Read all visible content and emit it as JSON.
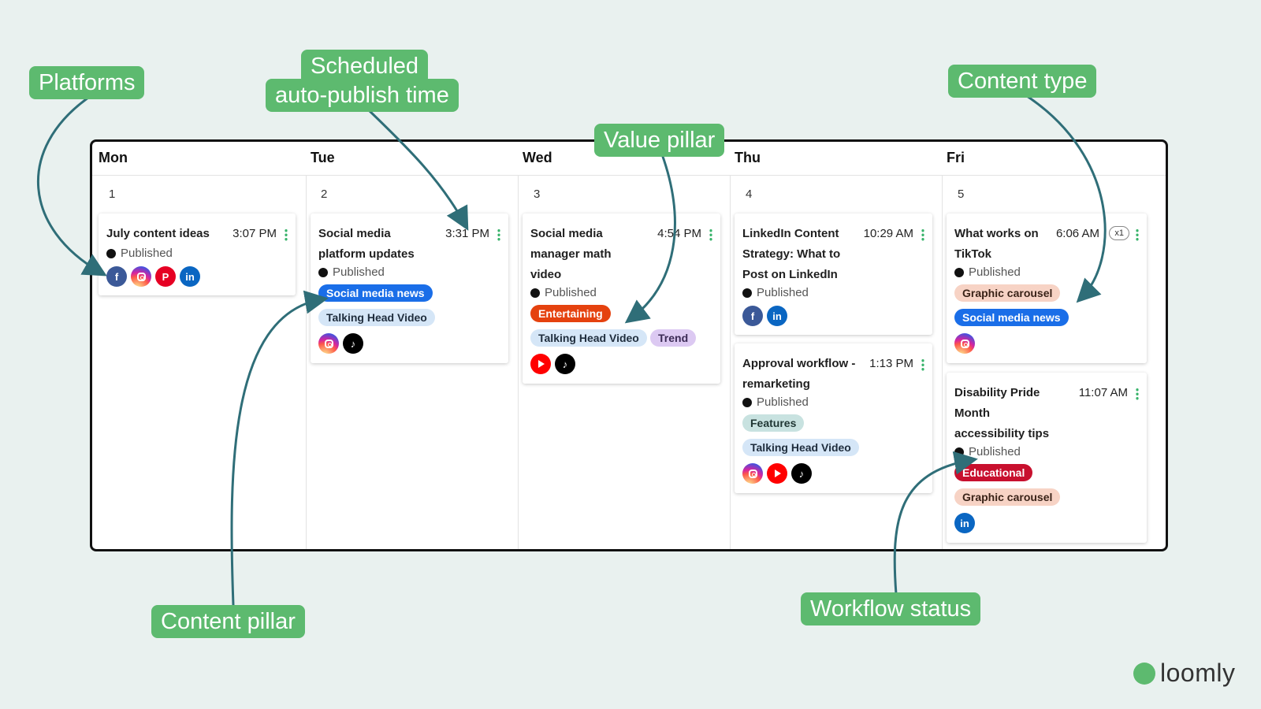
{
  "callouts": {
    "platforms": "Platforms",
    "scheduled_line1": "Scheduled",
    "scheduled_line2": "auto-publish time",
    "value_pillar": "Value pillar",
    "content_type": "Content type",
    "content_pillar": "Content pillar",
    "workflow_status": "Workflow status"
  },
  "calendar": {
    "days": [
      {
        "name": "Mon",
        "num": "1"
      },
      {
        "name": "Tue",
        "num": "2"
      },
      {
        "name": "Wed",
        "num": "3"
      },
      {
        "name": "Thu",
        "num": "4"
      },
      {
        "name": "Fri",
        "num": "5"
      }
    ],
    "posts": [
      {
        "title_lines": [
          "July content ideas"
        ],
        "time": "3:07 PM",
        "status": "Published",
        "tags": [],
        "platforms": [
          "facebook-icon",
          "instagram-icon",
          "pinterest-icon",
          "linkedin-icon"
        ]
      },
      {
        "title_lines": [
          "Social media",
          "platform updates"
        ],
        "time": "3:31 PM",
        "status": "Published",
        "tags": [
          "Social media news",
          "Talking Head Video"
        ],
        "platforms": [
          "instagram-icon",
          "tiktok-icon"
        ]
      },
      {
        "title_lines": [
          "Social media",
          "manager math",
          "video"
        ],
        "time": "4:54 PM",
        "status": "Published",
        "tags": [
          "Entertaining",
          "Talking Head Video",
          "Trend"
        ],
        "platforms": [
          "youtube-icon",
          "tiktok-icon"
        ]
      },
      {
        "title_lines": [
          "LinkedIn Content",
          "Strategy: What to",
          "Post on LinkedIn"
        ],
        "time": "10:29 AM",
        "status": "Published",
        "tags": [],
        "platforms": [
          "facebook-icon",
          "linkedin-icon"
        ]
      },
      {
        "title_lines": [
          "Approval workflow -",
          "remarketing"
        ],
        "time": "1:13 PM",
        "status": "Published",
        "tags": [
          "Features",
          "Talking Head Video"
        ],
        "platforms": [
          "instagram-icon",
          "youtube-icon",
          "tiktok-icon"
        ]
      },
      {
        "title_lines": [
          "What works on",
          "TikTok"
        ],
        "time": "6:06 AM",
        "badge": "x1",
        "status": "Published",
        "tags": [
          "Graphic carousel",
          "Social media news"
        ],
        "platforms": [
          "instagram-icon"
        ]
      },
      {
        "title_lines": [
          "Disability Pride",
          "Month",
          "accessibility tips"
        ],
        "time": "11:07 AM",
        "status": "Published",
        "tags": [
          "Educational",
          "Graphic carousel"
        ],
        "platforms": [
          "linkedin-icon"
        ]
      }
    ]
  },
  "tag_colors": {
    "Social media news": {
      "bg": "#1a6ee8",
      "fg": "#ffffff"
    },
    "Talking Head Video": {
      "bg": "#d5e6f7",
      "fg": "#1f2d3d"
    },
    "Entertaining": {
      "bg": "#e5420f",
      "fg": "#ffffff"
    },
    "Trend": {
      "bg": "#dcc9f2",
      "fg": "#3b2a55"
    },
    "Features": {
      "bg": "#c8e2e0",
      "fg": "#1f3633"
    },
    "Graphic carousel": {
      "bg": "#f7d3c5",
      "fg": "#3a2318"
    },
    "Educational": {
      "bg": "#c8102e",
      "fg": "#ffffff"
    }
  },
  "brand": {
    "logo_text": "loomly",
    "accent": "#5dba6f",
    "arrow_color": "#2f6e78"
  }
}
